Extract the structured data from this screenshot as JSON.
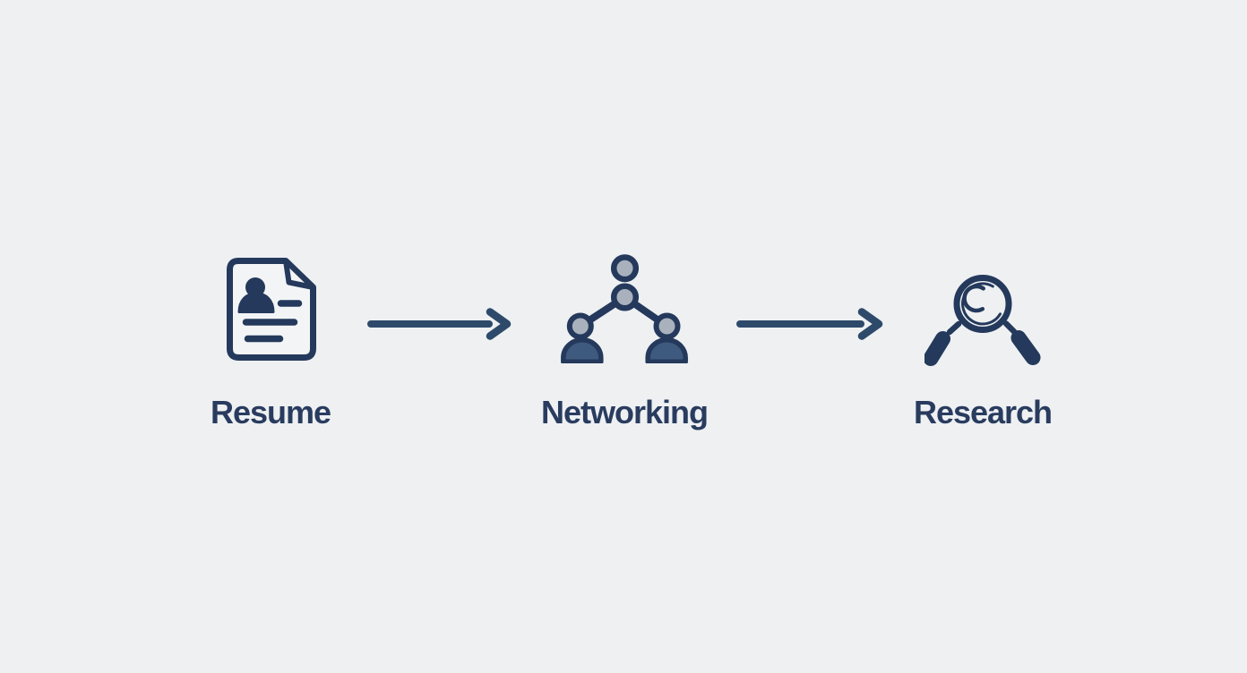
{
  "diagram": {
    "type": "process-flow",
    "steps": [
      {
        "label": "Resume",
        "icon": "resume-document-icon"
      },
      {
        "label": "Networking",
        "icon": "people-network-icon"
      },
      {
        "label": "Research",
        "icon": "magnifying-glass-icon"
      }
    ],
    "connectors": [
      {
        "from": "Resume",
        "to": "Networking",
        "shape": "right-arrow"
      },
      {
        "from": "Networking",
        "to": "Research",
        "shape": "right-arrow"
      }
    ]
  },
  "colors": {
    "bg": "#eef0f2",
    "ink": "#24395b",
    "ink-text": "#293c5f",
    "arrow": "#2e4a6b",
    "paper": "#f3f4f6",
    "head-gray": "#a9b1bd",
    "body-blue": "#3f5a7f"
  }
}
